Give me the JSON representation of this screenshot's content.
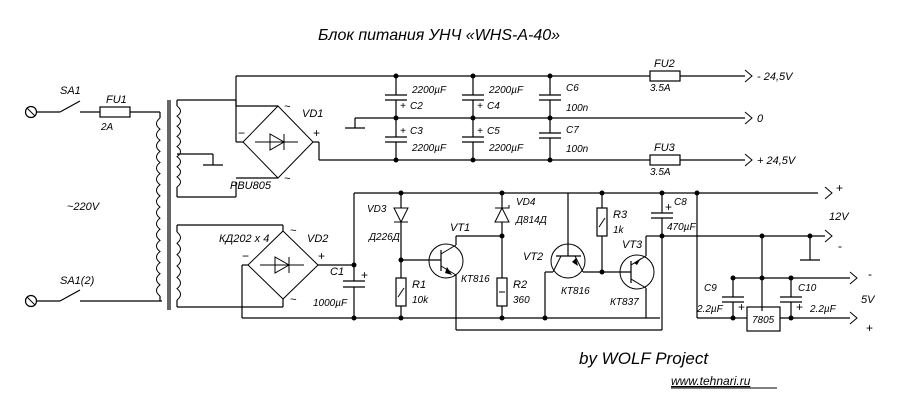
{
  "title": "Блок питания УНЧ «WHS-A-40»",
  "credit": "by WOLF Project",
  "website": "www.tehnari.ru",
  "input": {
    "mains_voltage": "~220V",
    "switch_1": "SA1",
    "switch_2": "SA1(2)",
    "fuse": {
      "ref": "FU1",
      "rating": "2A"
    }
  },
  "bridge_main": {
    "ref": "VD1",
    "part": "PBU805",
    "ac_symbol": "~",
    "minus": "−",
    "plus": "+"
  },
  "bridge_aux": {
    "ref": "VD2",
    "part": "КД202 x 4",
    "ac_symbol": "~",
    "minus": "−",
    "plus": "+"
  },
  "filter_caps": [
    {
      "ref": "C2",
      "value": "2200µF",
      "polarity": "+"
    },
    {
      "ref": "C3",
      "value": "2200µF",
      "polarity": "+"
    },
    {
      "ref": "C4",
      "value": "2200µF",
      "polarity": "+"
    },
    {
      "ref": "C5",
      "value": "2200µF",
      "polarity": "+"
    },
    {
      "ref": "C6",
      "value": "100n"
    },
    {
      "ref": "C7",
      "value": "100n"
    }
  ],
  "output_fuses": [
    {
      "ref": "FU2",
      "rating": "3.5A"
    },
    {
      "ref": "FU3",
      "rating": "3.5A"
    }
  ],
  "outputs_main": [
    {
      "label": "- 24,5V"
    },
    {
      "label": "0"
    },
    {
      "label": "+ 24,5V"
    }
  ],
  "regulator": {
    "C1": {
      "ref": "C1",
      "value": "1000µF",
      "polarity": "+"
    },
    "VD3": {
      "ref": "VD3",
      "part": "Д226Д"
    },
    "VD4": {
      "ref": "VD4",
      "part": "Д814Д"
    },
    "R1": {
      "ref": "R1",
      "value": "10k"
    },
    "R2": {
      "ref": "R2",
      "value": "360"
    },
    "R3": {
      "ref": "R3",
      "value": "1k"
    },
    "VT1": {
      "ref": "VT1",
      "part": "КТ816"
    },
    "VT2": {
      "ref": "VT2",
      "part": "КТ816"
    },
    "VT3": {
      "ref": "VT3",
      "part": "КТ837"
    },
    "C8": {
      "ref": "C8",
      "value": "470µF",
      "polarity": "+"
    }
  },
  "low_voltage": {
    "C9": {
      "ref": "C9",
      "value": "2.2µF",
      "polarity": "+"
    },
    "C10": {
      "ref": "C10",
      "value": "2.2µF",
      "polarity": "+"
    },
    "ic": "7805",
    "out_12v": {
      "label": "12V",
      "plus": "+",
      "minus": "-"
    },
    "out_5v": {
      "label": "5V",
      "plus": "+",
      "minus": "-"
    }
  }
}
